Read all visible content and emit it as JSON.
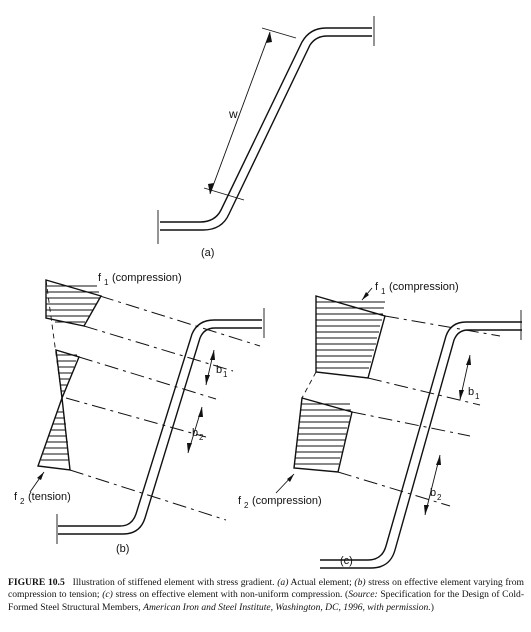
{
  "figure": {
    "panel_a": {
      "label": "(a)",
      "dimension": "w"
    },
    "panel_b": {
      "label": "(b)",
      "f1": "1",
      "f1_text": "(compression)",
      "f2": "2",
      "f2_text": "(tension)",
      "b1": "1",
      "b2": "2"
    },
    "panel_c": {
      "label": "(c)",
      "f1": "1",
      "f1_text": "(compression)",
      "f2": "2",
      "f2_text": "(compression)",
      "b1": "1",
      "b2": "2"
    }
  },
  "caption": {
    "number": "FIGURE 10.5",
    "t1": "Illustration of stiffened element with stress gradient. ",
    "a_mark": "(a)",
    "t2": " Actual element; ",
    "b_mark": "(b)",
    "t3": " stress on effective element varying from compression to tension; ",
    "c_mark": "(c)",
    "t4": " stress on effective element with non-uniform compression. (",
    "source_label": "Source:",
    "t5": " Specification for the Design of Cold-Formed Steel Structural Members, ",
    "source_italic": "American Iron and Steel Institute, Washington, DC, 1996, with permission.",
    "t6": ")"
  }
}
